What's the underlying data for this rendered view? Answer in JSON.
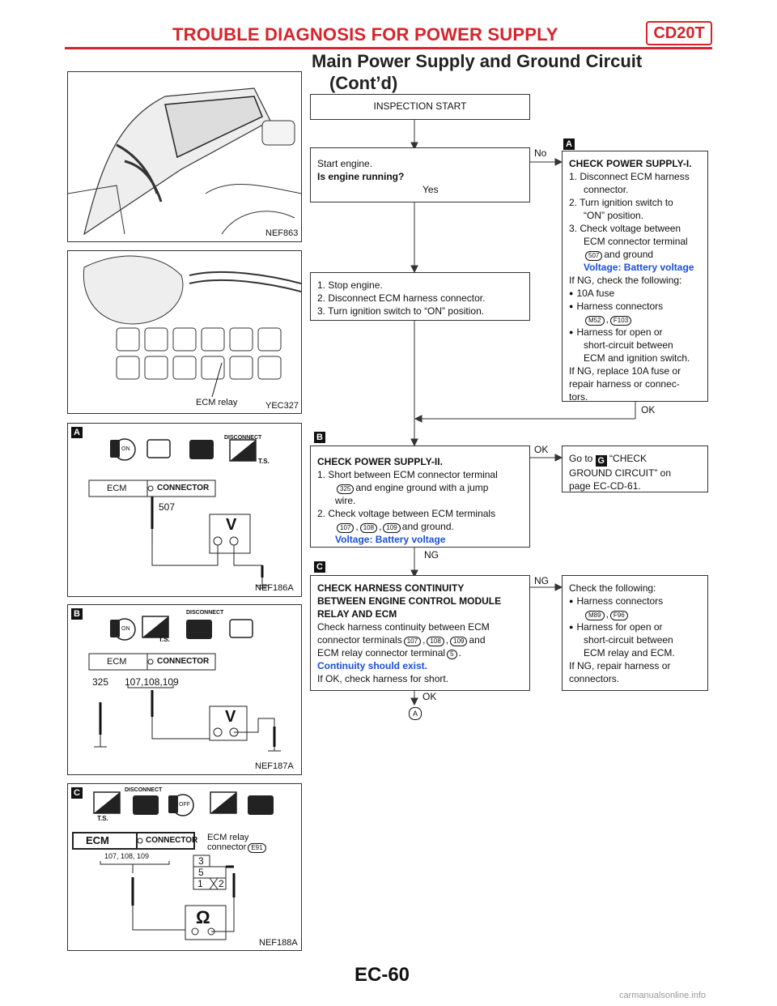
{
  "header": {
    "title": "TROUBLE DIAGNOSIS FOR POWER SUPPLY",
    "code": "CD20T",
    "subtitle_line1": "Main Power Supply and Ground Circuit",
    "subtitle_line2": "(Cont’d)"
  },
  "panels": {
    "p1": {
      "id": "NEF863"
    },
    "p2": {
      "id": "YEC327",
      "label": "ECM relay"
    },
    "p3": {
      "tag": "A",
      "id": "NEF186A",
      "ecm": "ECM",
      "connector": "CONNECTOR",
      "terminal": "507",
      "meter": "V",
      "disconnect": "DISCONNECT",
      "ts": "T.S.",
      "on": "ON"
    },
    "p4": {
      "tag": "B",
      "id": "NEF187A",
      "ecm": "ECM",
      "connector": "CONNECTOR",
      "terminal_a": "325",
      "terminal_b": "107,108,109",
      "meter": "V",
      "disconnect": "DISCONNECT",
      "ts": "T.S.",
      "on": "ON"
    },
    "p5": {
      "tag": "C",
      "id": "NEF188A",
      "ecm": "ECM",
      "connector": "CONNECTOR",
      "terminals": "107, 108, 109",
      "relay_label1": "ECM relay",
      "relay_label2": "connector",
      "relay_conn": "E91",
      "pin3": "3",
      "pin5": "5",
      "pin1": "1",
      "pin2": "2",
      "meter": "Ω",
      "disconnect": "DISCONNECT",
      "ts": "T.S.",
      "off": "OFF"
    }
  },
  "flow": {
    "start": "INSPECTION START",
    "q1_line1": "Start engine.",
    "q1_line2": "Is engine running?",
    "q1_yes": "Yes",
    "q1_no": "No",
    "stop1": "1. Stop engine.",
    "stop2": "2. Disconnect ECM harness connector.",
    "stop3": "3. Turn ignition switch to “ON” position.",
    "A": {
      "tag": "A",
      "title": "CHECK POWER SUPPLY-I.",
      "s1a": "1. Disconnect ECM harness",
      "s1b": "connector.",
      "s2a": "2. Turn ignition switch to",
      "s2b": "“ON” position.",
      "s3a": "3. Check voltage between",
      "s3b": "ECM connector terminal",
      "term": "507",
      "and_ground": "and ground",
      "spec": "Voltage: Battery voltage",
      "ng_check": "If NG, check the following:",
      "b1": "10A fuse",
      "b2": "Harness connectors",
      "c1": "M52",
      "c2": "F103",
      "b3a": "Harness for open or",
      "b3b": "short-circuit between",
      "b3c": "ECM and ignition switch.",
      "r1": "If NG, replace 10A fuse or",
      "r2": "repair harness or connec-",
      "r3": "tors.",
      "ok": "OK"
    },
    "B": {
      "tag": "B",
      "title": "CHECK POWER SUPPLY-II.",
      "s1a": "1. Short between ECM connector terminal",
      "t325": "325",
      "s1b": "and engine ground with a jump",
      "s1c": "wire.",
      "s2a": "2. Check voltage between ECM terminals",
      "t107": "107",
      "t108": "108",
      "t109": "109",
      "s2b": "and ground.",
      "spec": "Voltage: Battery voltage",
      "ok": "OK",
      "ng": "NG",
      "go_to": "Go to",
      "go_tag": "G",
      "go_line1": "“CHECK",
      "go_line2": "GROUND CIRCUIT” on",
      "go_line3": "page EC-CD-61."
    },
    "C": {
      "tag": "C",
      "title1": "CHECK HARNESS CONTINUITY",
      "title2": "BETWEEN ENGINE CONTROL MODULE",
      "title3": "RELAY AND ECM",
      "l1": "Check harness continuity between ECM",
      "l2a": "connector terminals",
      "t107": "107",
      "t108": "108",
      "t109": "109",
      "l2b": "and",
      "l3a": "ECM relay connector terminal",
      "t5": "5",
      "spec": "Continuity should exist.",
      "short": "If OK, check harness for short.",
      "ng": "NG",
      "ok": "OK",
      "end": "A",
      "n_title": "Check the following:",
      "n_b1": "Harness connectors",
      "n_c1": "M89",
      "n_c2": "F96",
      "n_b2a": "Harness for open or",
      "n_b2b": "short-circuit between",
      "n_b2c": "ECM relay and ECM.",
      "n_r1": "If NG, repair harness or",
      "n_r2": "connectors."
    }
  },
  "footer": {
    "page": "EC-60",
    "watermark": "carmanualsonline.info"
  }
}
